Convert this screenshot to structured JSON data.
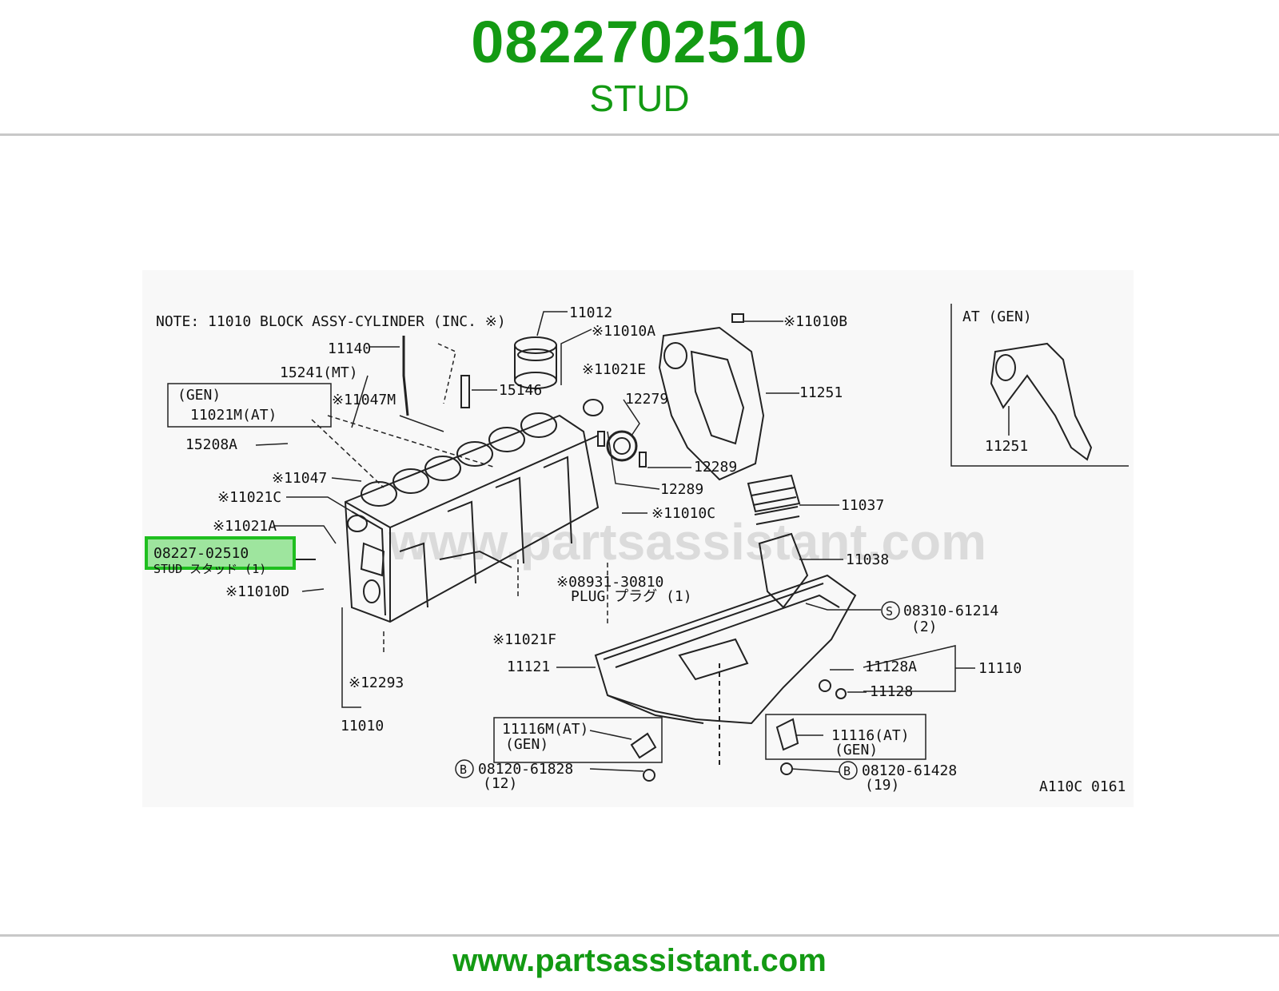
{
  "header": {
    "part_number": "0822702510",
    "part_name": "STUD"
  },
  "footer": {
    "website": "www.partsassistant.com"
  },
  "watermark": "www.partsassistant.com",
  "diagram": {
    "note": "NOTE: 11010 BLOCK ASSY-CYLINDER (INC. ※)",
    "figure_code": "A110C 0161",
    "highlight": {
      "code": "08227-02510",
      "caption": "STUD スタッド (1)"
    },
    "inset": {
      "title": "AT (GEN)",
      "part": "11251"
    },
    "labels": {
      "p11012": "11012",
      "p11010A": "※11010A",
      "p11010B": "※11010B",
      "p11140": "11140",
      "p15241": "15241(MT)",
      "gen1": "(GEN)",
      "p11021M": "11021M(AT)",
      "p11047M": "※11047M",
      "p15146": "15146",
      "p11021E": "※11021E",
      "p12279": "12279",
      "p11251": "11251",
      "p15208A": "15208A",
      "p11047": "※11047",
      "p11021C": "※11021C",
      "p11021A": "※11021A",
      "p12289a": "12289",
      "p12289b": "12289",
      "p11037": "11037",
      "p11010C": "※11010C",
      "p11038": "11038",
      "p11010D": "※11010D",
      "p08931": "※08931-30810",
      "plug": "PLUG プラグ (1)",
      "p08310": "08310-61214",
      "q2": "(2)",
      "p11021F": "※11021F",
      "p12293": "※12293",
      "p11010": "11010",
      "p11121": "11121",
      "p11128A": "11128A",
      "p11110": "11110",
      "p11128": "11128",
      "p11116M": "11116M(AT)",
      "gen2": "(GEN)",
      "p11116": "11116(AT)",
      "gen3": "(GEN)",
      "p08120a": "08120-61828",
      "q12": "(12)",
      "p08120b": "08120-61428",
      "q19": "(19)",
      "bS": "S",
      "bB1": "B",
      "bB2": "B"
    }
  }
}
